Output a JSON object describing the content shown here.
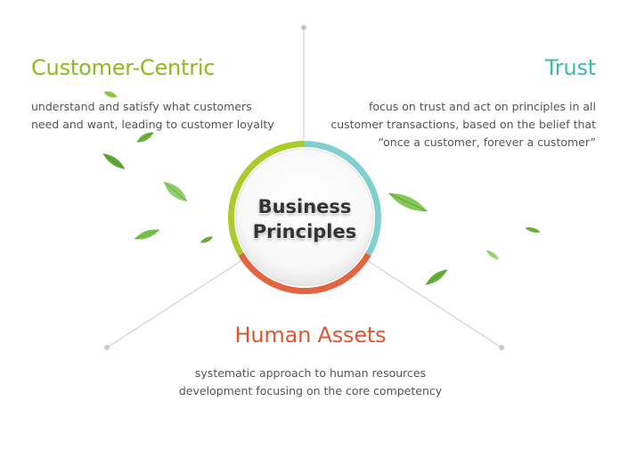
{
  "center": {
    "line1": "Business",
    "line2": "Principles"
  },
  "principles": {
    "customer_centric": {
      "title": "Customer-Centric",
      "lines": [
        "understand and satisfy what customers",
        "need and want, leading to customer loyalty"
      ],
      "color": "#8dba1b"
    },
    "trust": {
      "title": "Trust",
      "lines": [
        "focus on trust and act on principles in all",
        "customer transactions, based on the belief that",
        "“once a customer, forever a customer”"
      ],
      "color": "#3fb6b2"
    },
    "human_assets": {
      "title": "Human Assets",
      "lines": [
        "systematic approach to human resources",
        "development focusing on the core competency"
      ],
      "color": "#e2552f"
    }
  },
  "ring_colors": {
    "green": "#a8cc2a",
    "teal": "#7fd0cf",
    "red": "#e5623d"
  }
}
